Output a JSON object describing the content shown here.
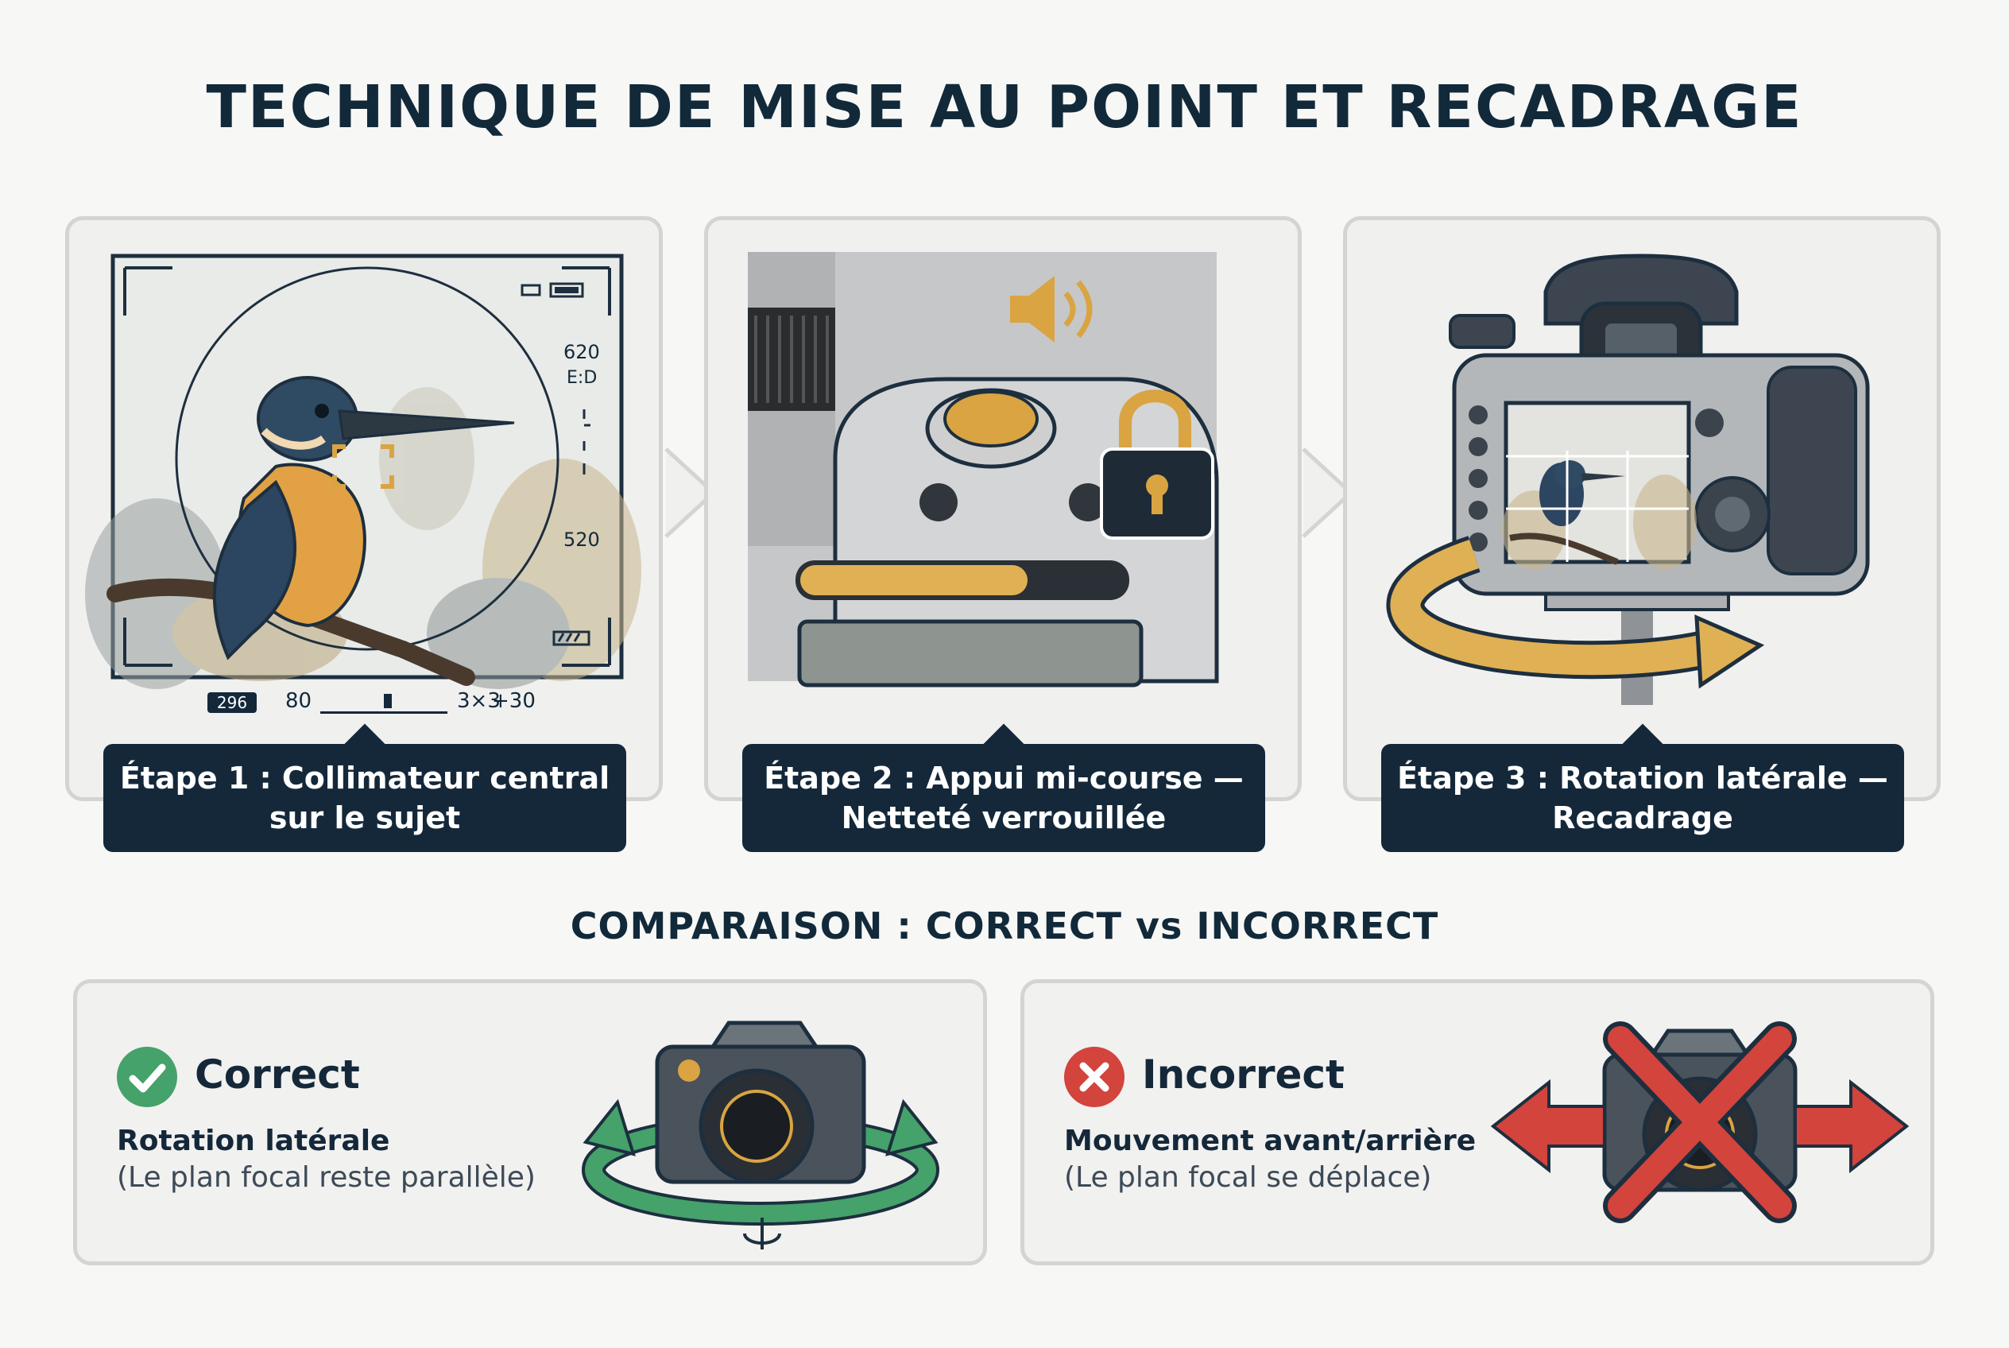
{
  "title": "TECHNIQUE DE MISE AU POINT ET RECADRAGE",
  "steps": [
    {
      "caption_line1": "Étape 1 : Collimateur central",
      "caption_line2": "sur le sujet",
      "viewfinder": {
        "right_readouts": [
          "620",
          "E:D",
          "520"
        ],
        "bottom_left": "296",
        "bottom_scale": "80",
        "bottom_exposure": "3×3",
        "bottom_right": "+30"
      }
    },
    {
      "caption_line1": "Étape 2 : Appui mi-course —",
      "caption_line2": "Netteté verrouillée",
      "half_press_progress": 0.7
    },
    {
      "caption_line1": "Étape 3 : Rotation latérale —",
      "caption_line2": "Recadrage"
    }
  ],
  "comparison": {
    "title": "COMPARAISON : CORRECT vs INCORRECT",
    "correct": {
      "heading": "Correct",
      "subheading": "Rotation latérale",
      "note": "(Le plan focal reste parallèle)"
    },
    "incorrect": {
      "heading": "Incorrect",
      "subheading": "Mouvement avant/arrière",
      "note": "(Le plan focal se déplace)"
    }
  },
  "colors": {
    "navy": "#14283a",
    "gold": "#d9a441",
    "green": "#45a26a",
    "red": "#d2443c",
    "card_bg": "#f0f0ef"
  }
}
